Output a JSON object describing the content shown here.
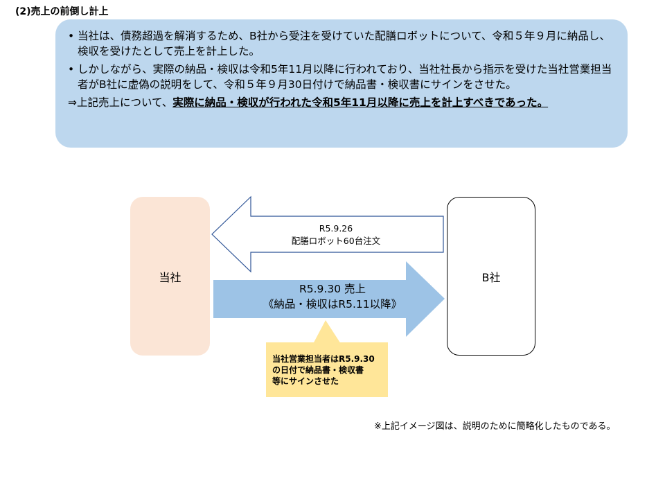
{
  "heading": "(2)売上の前倒し計上",
  "summary": {
    "bullets": [
      "当社は、債務超過を解消するため、B社から受注を受けていた配膳ロボットについて、令和５年９月に納品し、検収を受けたとして売上を計上した。",
      "しかしながら、実際の納品・検収は令和5年11月以降に行われており、当社社長から指示を受けた当社営業担当者がB社に虚偽の説明をして、令和５年９月30日付けで納品書・検収書にサインをさせた。"
    ],
    "bullet_marker": "•",
    "conclusion_prefix": "⇒上記売上について、",
    "conclusion_emphasis": "実際に納品・検収が行われた令和5年11月以降に売上を計上すべきであった。"
  },
  "diagram": {
    "party_self": "当社",
    "party_b": "B社",
    "order_arrow": {
      "line1": "R5.9.26",
      "line2": "配膳ロボット60台注文"
    },
    "sales_arrow": {
      "line1": "R5.9.30 売上",
      "line2": "《納品・検収はR5.11以降》"
    },
    "callout": {
      "line1": "当社営業担当者はR5.9.30",
      "line2": "の日付で納品書・検収書",
      "line3": "等にサインさせた"
    },
    "colors": {
      "self_fill": "#fbe5d6",
      "sales_arrow_fill": "#9dc3e6",
      "callout_fill": "#ffe699",
      "summary_fill": "#bdd7ee",
      "order_arrow_stroke": "#2f5597"
    }
  },
  "footnote": "※上記イメージ図は、説明のために簡略化したものである。"
}
